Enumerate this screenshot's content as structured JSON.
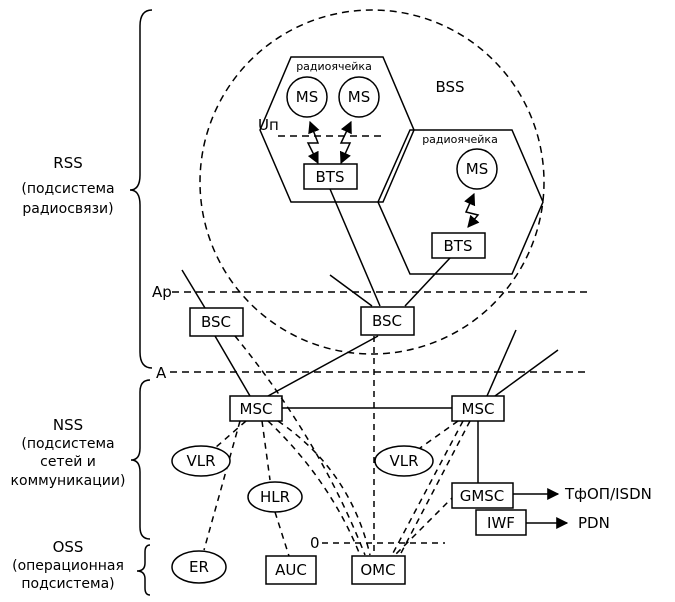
{
  "subsystems": {
    "rss": {
      "name": "RSS",
      "desc_line1": "(подсистема",
      "desc_line2": "радиосвязи)"
    },
    "nss": {
      "name": "NSS",
      "desc_line1": "(подсистема",
      "desc_line2": "сетей и",
      "desc_line3": "коммуникации)"
    },
    "oss": {
      "name": "OSS",
      "desc_line1": "(операционная",
      "desc_line2": "подсистема)"
    }
  },
  "bss_label": "BSS",
  "cell_label": "радиоячейка",
  "interfaces": {
    "um": "Uп",
    "abis": "Ap",
    "a": "A",
    "o": "0"
  },
  "nodes": {
    "ms": "MS",
    "bts": "BTS",
    "bsc": "BSC",
    "msc": "MSC",
    "vlr": "VLR",
    "hlr": "HLR",
    "auc": "AUC",
    "er": "ER",
    "omc": "OMC",
    "gmsc": "GMSC",
    "iwf": "IWF"
  },
  "external": {
    "pstn": "ТфОП/ISDN",
    "pdn": "PDN"
  }
}
